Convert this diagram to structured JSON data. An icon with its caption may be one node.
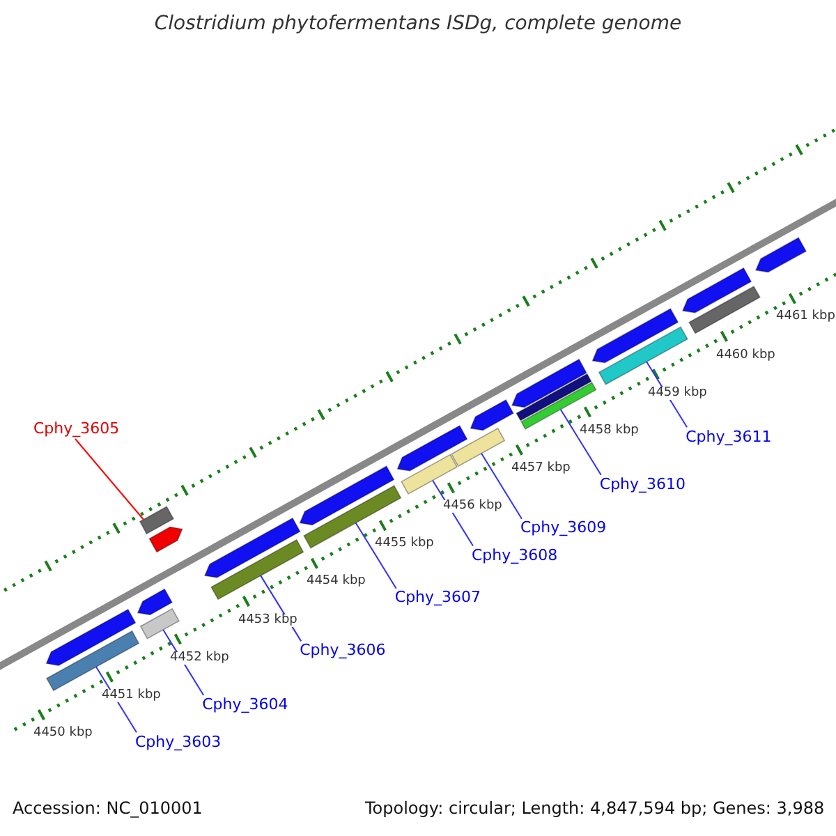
{
  "diagram": {
    "title": "Clostridium phytofermentans ISDg, complete genome",
    "nodes": [
      {
        "text": [
          "Cphy_3605"
        ]
      },
      {
        "text": [],
        "shape": "bar"
      },
      {
        "text": [
          "Cphy_3603"
        ]
      },
      {
        "text": [],
        "shape": "bar"
      },
      {
        "text": [
          "Cphy_3604"
        ]
      },
      {
        "text": [],
        "shape": "bar"
      },
      {
        "text": [
          "Cphy_3606"
        ]
      },
      {
        "text": [],
        "shape": "bar"
      },
      {
        "text": [
          "Cphy_3607"
        ]
      },
      {
        "text": [],
        "shape": "bar"
      },
      {
        "text": [
          "Cphy_3608"
        ]
      },
      {
        "text": [],
        "shape": "bar"
      },
      {
        "text": [
          "Cphy_3609"
        ]
      },
      {
        "text": [],
        "shape": "bar"
      },
      {
        "text": [
          "Cphy_3610"
        ]
      },
      {
        "text": [],
        "shape": "bar"
      },
      {
        "text": [
          "Cphy_3611"
        ]
      },
      {
        "text": [],
        "shape": "bar"
      },
      {
        "text": [],
        "shape": "arrow"
      },
      {
        "text": [],
        "shape": "arrow"
      },
      {
        "text": [],
        "shape": "arrow"
      },
      {
        "text": [],
        "shape": "arrow"
      },
      {
        "text": [],
        "shape": "arrow"
      },
      {
        "text": [],
        "shape": "arrow"
      },
      {
        "text": [],
        "shape": "arrow"
      },
      {
        "text": [],
        "shape": "arrow"
      },
      {
        "text": [],
        "shape": "arrow"
      },
      {
        "text": [],
        "shape": "arrow"
      },
      {
        "text": [],
        "shape": "bar"
      },
      {
        "text": [],
        "shape": "bar"
      },
      {
        "text": [],
        "shape": "arrow"
      }
    ],
    "edges": [
      {
        "from": 0,
        "to": 1,
        "arrow": "none",
        "color": "#ff0000"
      },
      {
        "from": 2,
        "to": 3,
        "arrow": "none"
      },
      {
        "from": 4,
        "to": 5,
        "arrow": "none"
      },
      {
        "from": 6,
        "to": 7,
        "arrow": "none"
      },
      {
        "from": 8,
        "to": 9,
        "arrow": "none"
      },
      {
        "from": 10,
        "to": 11,
        "arrow": "none"
      },
      {
        "from": 12,
        "to": 13,
        "arrow": "none"
      },
      {
        "from": 14,
        "to": 15,
        "arrow": "none"
      },
      {
        "from": 16,
        "to": 17,
        "arrow": "none"
      }
    ],
    "labels": [
      "4450 kbp",
      "4451 kbp",
      "4452 kbp",
      "4453 kbp",
      "4454 kbp",
      "4455 kbp",
      "4456 kbp",
      "4457 kbp",
      "4458 kbp",
      "4459 kbp",
      "4460 kbp",
      "4461 kbp",
      "Accession: NC_010001",
      "Topology: circular; Length: 4,847,594 bp; Genes: 3,988"
    ]
  }
}
